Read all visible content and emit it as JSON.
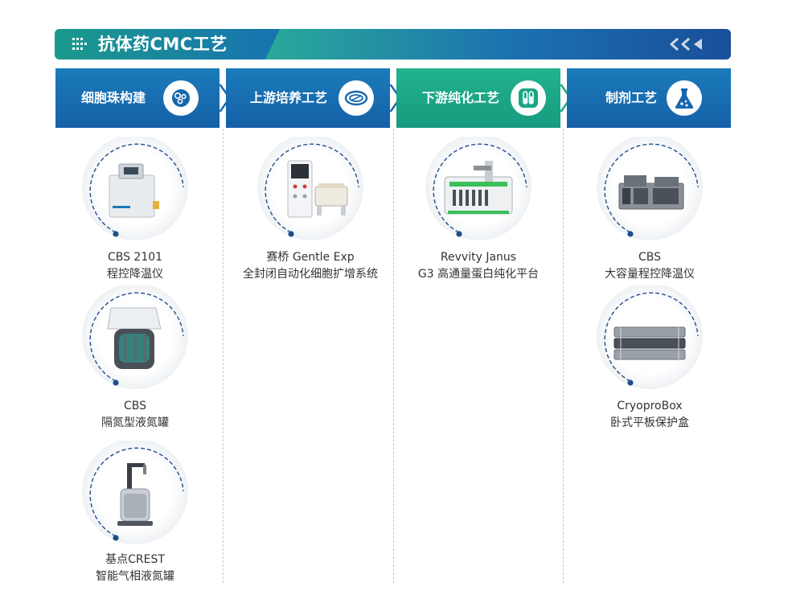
{
  "banner": {
    "title": "抗体药CMC工艺"
  },
  "columns": [
    {
      "label": "细胞珠构建",
      "icon": "cells-icon",
      "color": "#1668ad"
    },
    {
      "label": "上游培养工艺",
      "icon": "petri-dish-icon",
      "color": "#1668ad"
    },
    {
      "label": "下游纯化工艺",
      "icon": "test-tubes-icon",
      "color": "#1aa584"
    },
    {
      "label": "制剂工艺",
      "icon": "flask-icon",
      "color": "#1668ad"
    }
  ],
  "products": {
    "col1": [
      {
        "line1": "CBS 2101",
        "line2": "程控降温仪"
      },
      {
        "line1": "CBS",
        "line2": "隔氮型液氮罐"
      },
      {
        "line1": "基点CREST",
        "line2": "智能气相液氮罐"
      }
    ],
    "col2": [
      {
        "line1": "赛桥 Gentle Exp",
        "line2": "全封闭自动化细胞扩增系统"
      }
    ],
    "col3": [
      {
        "line1": "Revvity Janus",
        "line2": "G3 高通量蛋白纯化平台"
      }
    ],
    "col4": [
      {
        "line1": "CBS",
        "line2": "大容量程控降温仪"
      },
      {
        "line1": "CryoproBox",
        "line2": "卧式平板保护盒"
      }
    ]
  }
}
